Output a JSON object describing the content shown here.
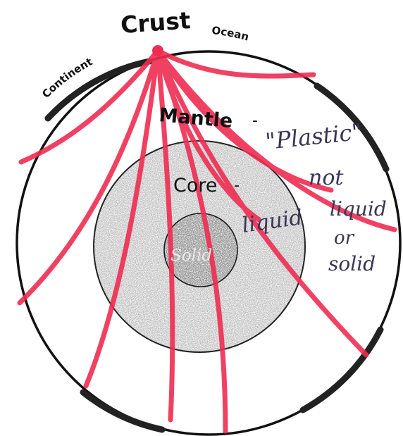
{
  "diagram": {
    "labels": {
      "crust": "Crust",
      "continent": "Continent",
      "ocean": "Ocean",
      "mantle": "Mantle",
      "core": "Core",
      "solid": "Solid"
    },
    "handwritten": {
      "mantle_note": [
        "\"Plastic\"",
        "not",
        "liquid",
        "or",
        "solid"
      ],
      "liquid": "liquid"
    },
    "colors": {
      "ray": "#ef2d52",
      "outline": "#111111",
      "core_fill": "#8e8e8e",
      "inner_core_fill": "#6f6f6f",
      "ink": "#3a3555"
    }
  }
}
